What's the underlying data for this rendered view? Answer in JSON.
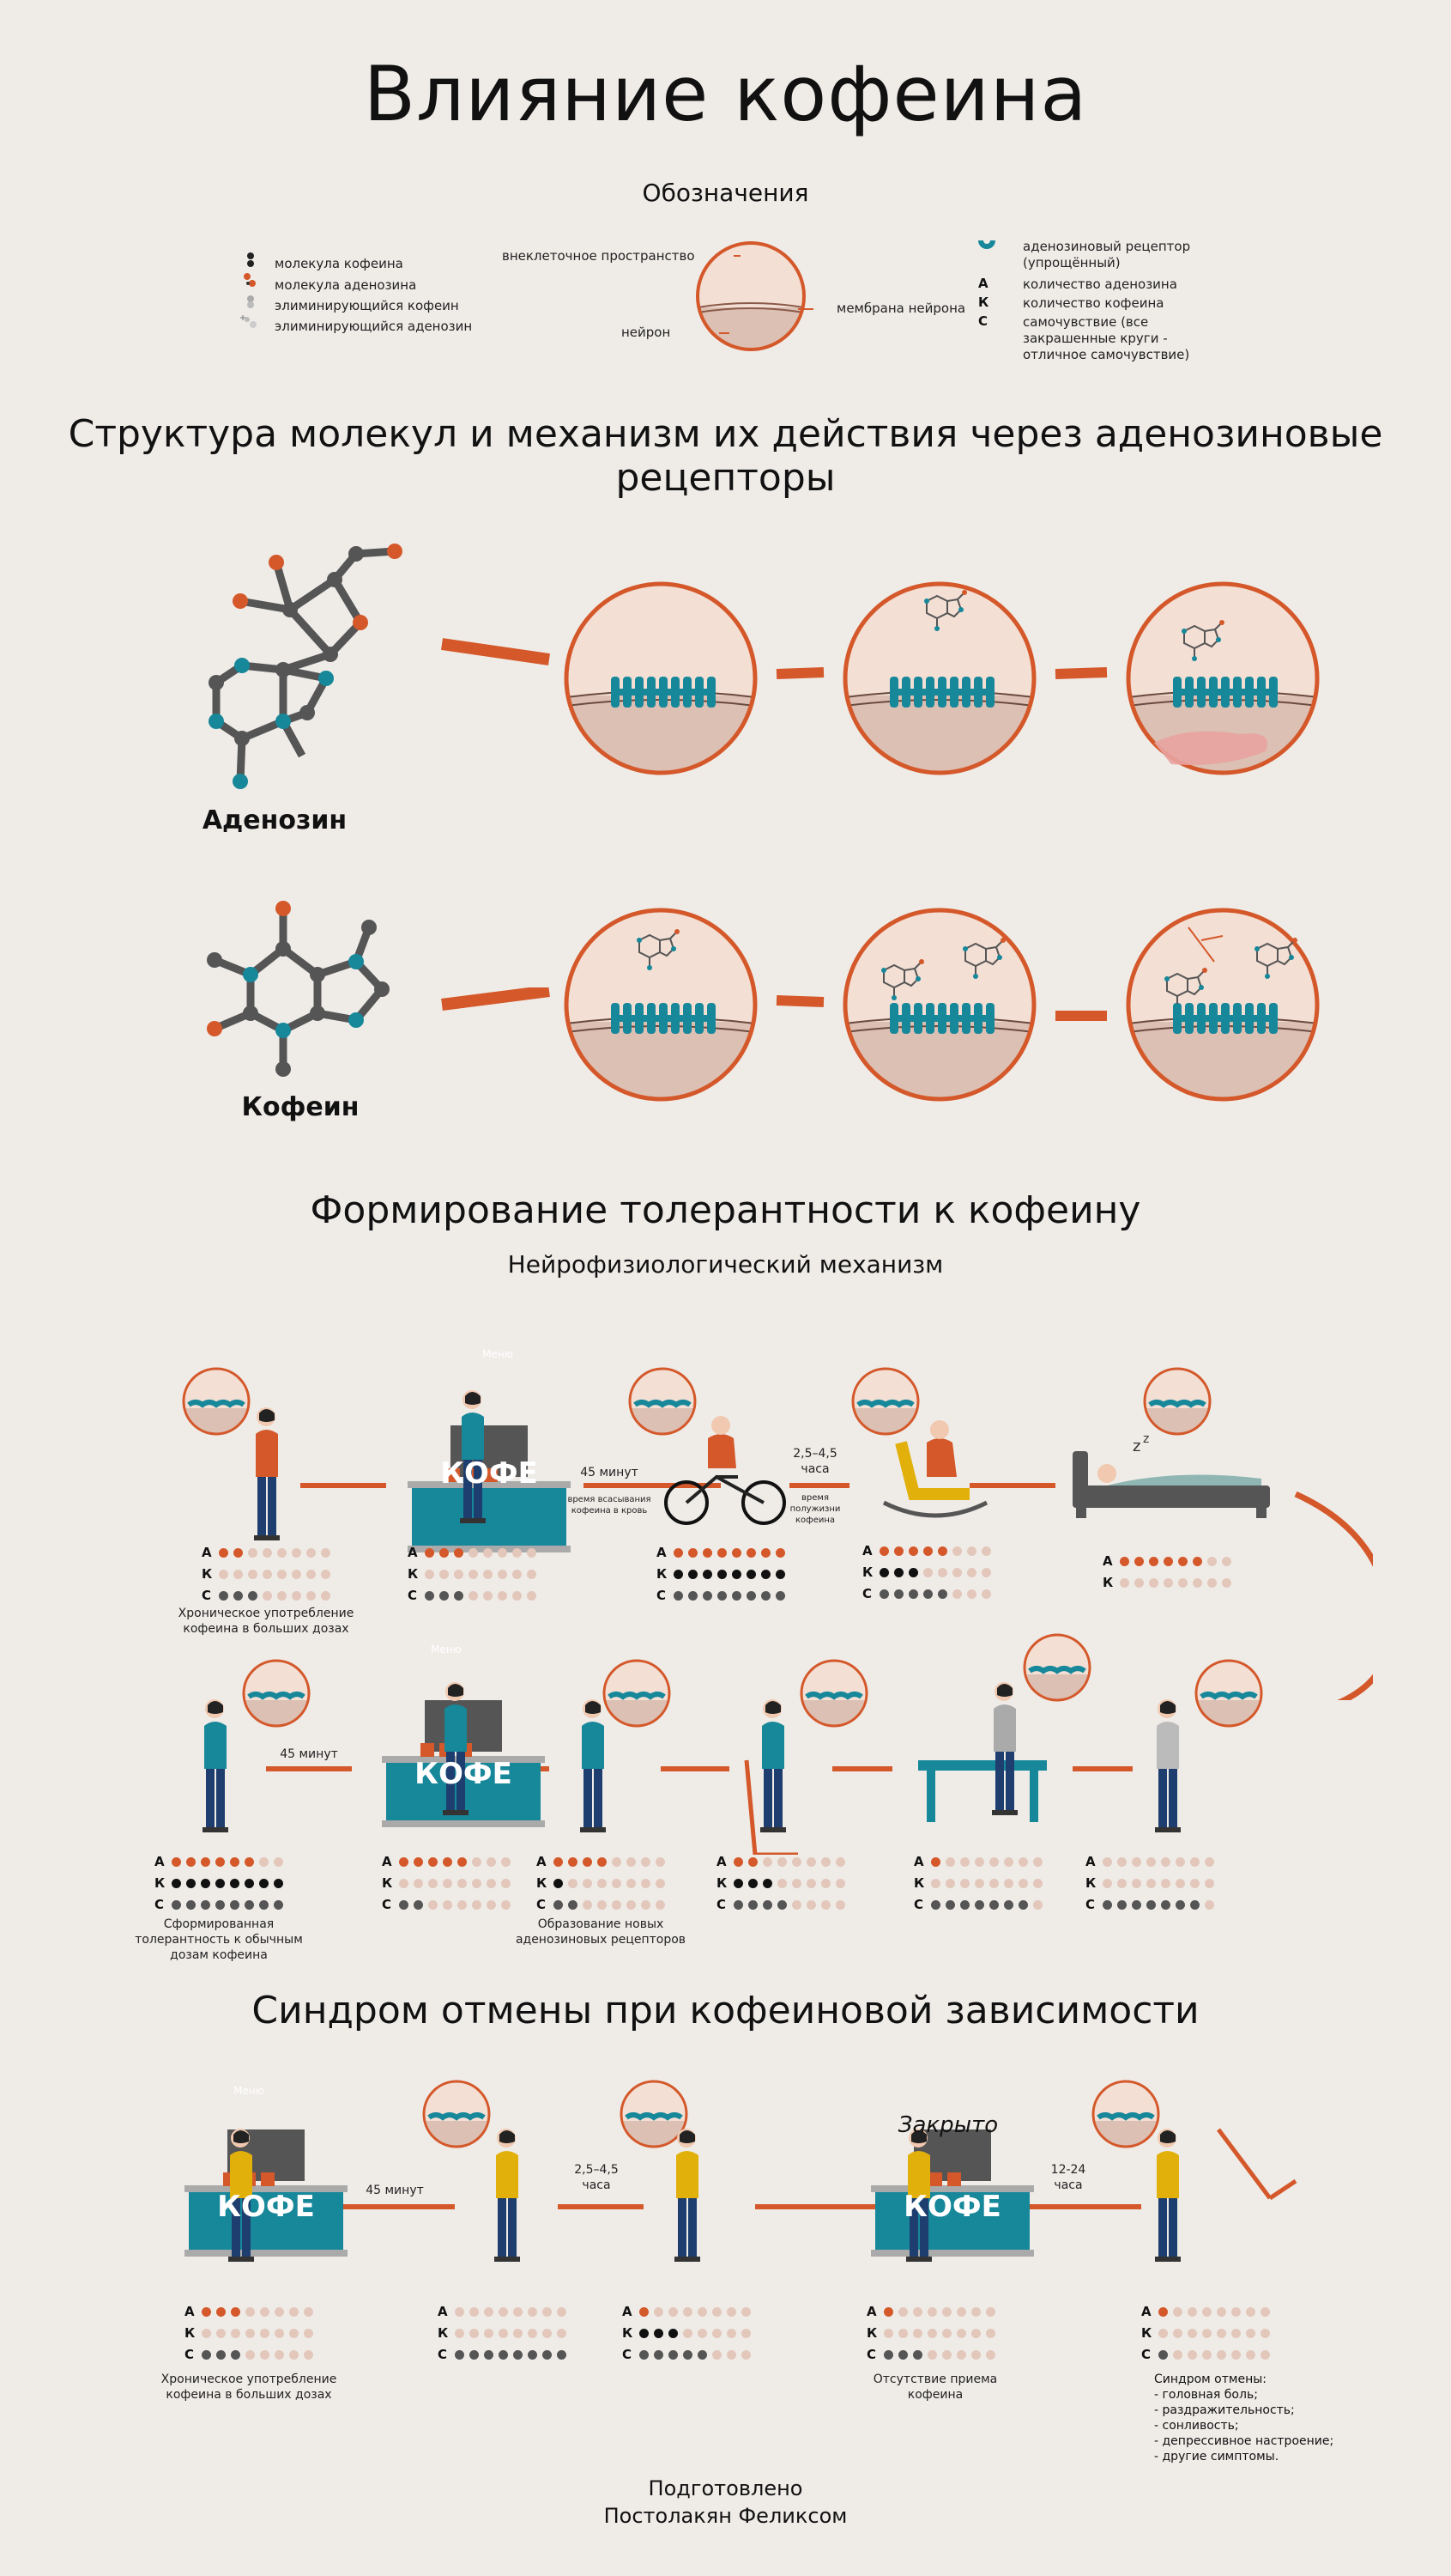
{
  "title": "Влияние кофеина",
  "legend": {
    "heading": "Обозначения",
    "left": [
      "молекула кофеина",
      "молекула аденозина",
      "элиминирующийся кофеин",
      "элиминирующийся аденозин"
    ],
    "center": {
      "extracellular": "внеклеточное пространство",
      "membrane": "мембрана нейрона",
      "neuron": "нейрон"
    },
    "right": {
      "receptor": "аденозиновый рецептор (упрощённый)",
      "a": "количество аденозина",
      "k": "количество кофеина",
      "c": "самочувствие (все закрашенные круги - отличное самочувствие)"
    },
    "letters": {
      "a": "А",
      "k": "К",
      "c": "С"
    }
  },
  "sections": {
    "structure": "Структура молекул и механизм их действия через аденозиновые рецепторы",
    "tolerance": "Формирование толерантности к кофеину",
    "tolerance_sub": "Нейрофизиологический механизм",
    "withdrawal": "Синдром отмены при кофеиновой зависимости"
  },
  "molecules": {
    "adenosine": "Аденозин",
    "caffeine": "Кофеин"
  },
  "cafe": {
    "label": "КОФЕ",
    "menu": "Меню",
    "closed": "Закрыто"
  },
  "tolerance_row1": {
    "t1": "45 минут",
    "t1_note": "время всасывания кофеина в кровь",
    "t2": "2,5–4,5 часа",
    "t2_note": "время полужизни кофеина",
    "caption1": "Хроническое употребление кофеина в больших дозах"
  },
  "tolerance_row2": {
    "t1": "45 минут",
    "caption1": "Сформированная толерантность к обычным дозам кофеина",
    "caption2": "Образование новых аденозиновых рецепторов"
  },
  "withdrawal_row": {
    "t1": "45 минут",
    "t2": "2,5–4,5 часа",
    "t3": "12-24 часа",
    "caption1": "Хроническое употребление кофеина в больших дозах",
    "caption2": "Отсутствие приема кофеина",
    "caption3_title": "Синдром отмены:",
    "caption3_items": [
      "- головная боль;",
      "- раздражительность;",
      "- сонливость;",
      "- депрессивное настроение;",
      "- другие симптомы."
    ]
  },
  "credit": {
    "line1": "Подготовлено",
    "line2": "Постолакян Феликсом"
  },
  "colors": {
    "orange": "#d4582a",
    "teal": "#17879a",
    "skin": "#f3dfd4",
    "dot_light": "#e3c7bb",
    "dark": "#555"
  },
  "meters": [
    {
      "id": "r1-1",
      "a": 2,
      "k": 0,
      "c": 3
    },
    {
      "id": "r1-2",
      "a": 3,
      "k": 0,
      "c": 3
    },
    {
      "id": "r1-3",
      "a": 8,
      "k": 8,
      "c": 8
    },
    {
      "id": "r1-4",
      "a": 5,
      "k": 3,
      "c": 5
    },
    {
      "id": "r1-5",
      "a": 6,
      "k": 0,
      "c": -1
    },
    {
      "id": "r2-1",
      "a": 6,
      "k": 8,
      "c": 8
    },
    {
      "id": "r2-2",
      "a": 5,
      "k": 0,
      "c": 2
    },
    {
      "id": "r2-3",
      "a": 4,
      "k": 1,
      "c": 2
    },
    {
      "id": "r2-4",
      "a": 2,
      "k": 3,
      "c": 4
    },
    {
      "id": "r2-5",
      "a": 1,
      "k": 0,
      "c": 7
    },
    {
      "id": "r2-6",
      "a": 0,
      "k": 0,
      "c": 7
    },
    {
      "id": "r3-1",
      "a": 3,
      "k": 0,
      "c": 3
    },
    {
      "id": "r3-2",
      "a": 0,
      "k": 0,
      "c": 8
    },
    {
      "id": "r3-3",
      "a": 1,
      "k": 3,
      "c": 5
    },
    {
      "id": "r3-4",
      "a": 1,
      "k": 0,
      "c": 3
    },
    {
      "id": "r3-5",
      "a": 1,
      "k": 0,
      "c": 1
    }
  ]
}
